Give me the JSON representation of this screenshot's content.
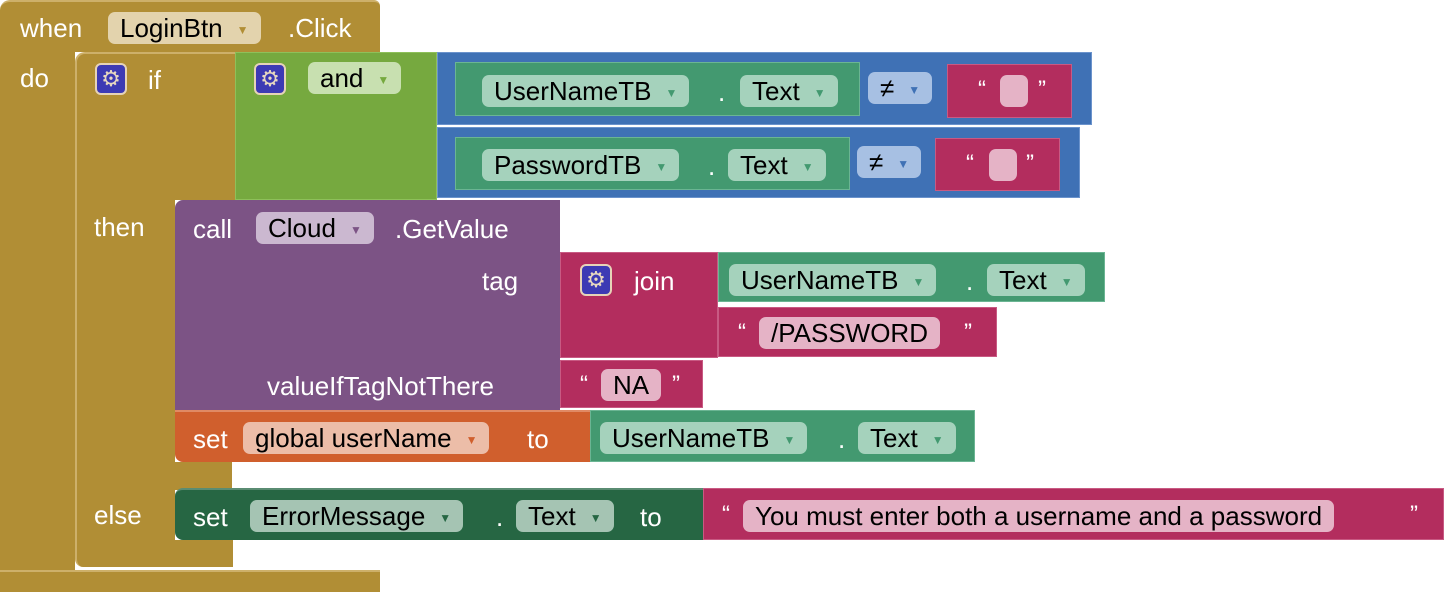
{
  "event": {
    "when": "when",
    "component": "LoginBtn",
    "event": ".Click",
    "do": "do"
  },
  "if_block": {
    "if": "if",
    "then": "then",
    "else": "else"
  },
  "and_block": {
    "op": "and"
  },
  "cond1": {
    "component": "UserNameTB",
    "dot": ".",
    "prop": "Text",
    "op": "≠",
    "text": ""
  },
  "cond2": {
    "component": "PasswordTB",
    "dot": ".",
    "prop": "Text",
    "op": "≠",
    "text": ""
  },
  "call": {
    "call": "call",
    "component": "Cloud",
    "method": ".GetValue",
    "tag": "tag",
    "valueIfTagNotThere": "valueIfTagNotThere"
  },
  "join": {
    "label": "join",
    "component": "UserNameTB",
    "dot": ".",
    "prop": "Text",
    "text": "/PASSWORD"
  },
  "na_text": "NA",
  "set_global": {
    "set": "set",
    "var": "global userName",
    "to": "to",
    "component": "UserNameTB",
    "dot": ".",
    "prop": "Text"
  },
  "set_error": {
    "set": "set",
    "component": "ErrorMessage",
    "dot": ".",
    "prop": "Text",
    "to": "to",
    "text": "You must enter both a username and a password"
  },
  "quote_open": "“",
  "quote_close": "”",
  "dropdown_arrow": "▼",
  "colors": {
    "control": "#b18e35",
    "logic": "#76a93f",
    "compare": "#3f71b5",
    "component_getter": "#439970",
    "text": "#b32d5e",
    "cloud_call": "#7c5385",
    "variable_set": "#d05f2d",
    "component_setter": "#266643"
  }
}
